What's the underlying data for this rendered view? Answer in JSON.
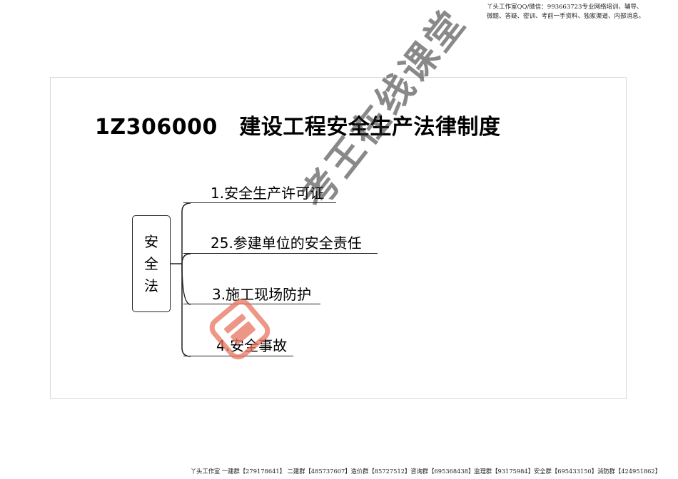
{
  "header": {
    "line1": "丫头工作室QQ/微信：993663723专业网络培训、辅导、",
    "line2": "微题、答疑、密训、考前一手资料、独家渠道、内部消息。"
  },
  "slide": {
    "title": "1Z306000　建设工程安全生产法律制度",
    "root": "安全法",
    "branches": [
      "1.安全生产许可证",
      "25.参建单位的安全责任",
      "3.施工现场防护",
      "4.安全事故"
    ]
  },
  "watermark": {
    "text": "考王在线课堂",
    "logo_color": "#e8745f"
  },
  "footer": {
    "text": "丫头工作室 一建群【279178641】 二建群【485737607】造价群【85727512】咨询群【695368438】监理群【93175984】安全群【695433150】消防群【424951862】"
  }
}
